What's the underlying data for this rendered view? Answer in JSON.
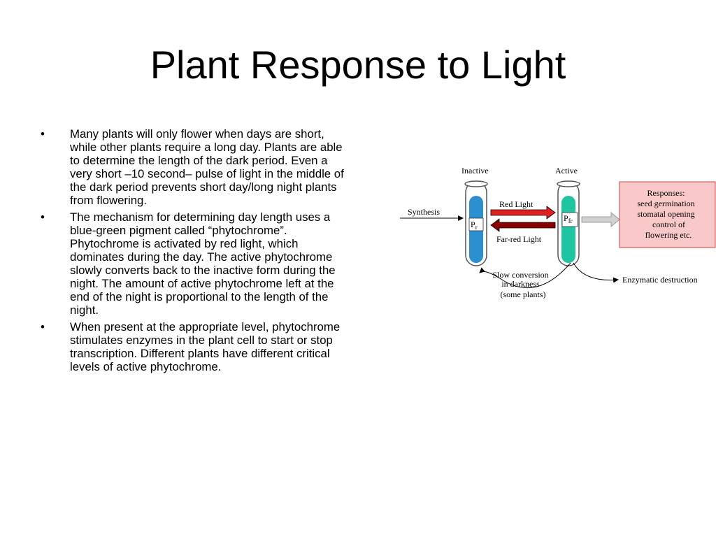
{
  "slide": {
    "title": "Plant Response to Light"
  },
  "bullets": [
    {
      "marker": "•",
      "text": "Many plants will only flower when days are short, while other plants require a long day. Plants are able to determine the length of the dark period.  Even a very short –10 second– pulse of light in the middle of the dark period prevents short day/long night plants from flowering."
    },
    {
      "marker": "•",
      "text": "The mechanism for determining day length uses a blue-green pigment called “phytochrome”.  Phytochrome is activated by red light, which dominates during the day. The active phytochrome slowly converts back to the inactive form during the night. The amount of active phytochrome left at the end of the night is proportional to the length of the night."
    },
    {
      "marker": "•",
      "text": "When present at the appropriate level, phytochrome stimulates enzymes in the plant cell to start or stop transcription. Different plants have different critical levels of active phytochrome."
    }
  ],
  "diagram": {
    "inactive_label": "Inactive",
    "active_label": "Active",
    "synthesis_label": "Synthesis",
    "red_light_label": "Red Light",
    "far_red_light_label": "Far-red Light",
    "pr_main": "P",
    "pr_sub": "r",
    "pfr_main": "P",
    "pfr_sub": "fr",
    "slow_conversion_lines": [
      "Slow conversion",
      "in darkness",
      "(some plants)"
    ],
    "responses_lines": [
      "Responses:",
      "seed germination",
      "stomatal opening",
      "control of",
      "flowering etc."
    ],
    "enzymatic_label": "Enzymatic destruction",
    "colors": {
      "inactive_tube": "#2b8fd0",
      "active_tube": "#1fc4a0",
      "red_arrow": "#e02020",
      "far_red_arrow": "#8b0000",
      "responses_box": "#f9c9c9",
      "responses_border": "#d94040"
    }
  }
}
